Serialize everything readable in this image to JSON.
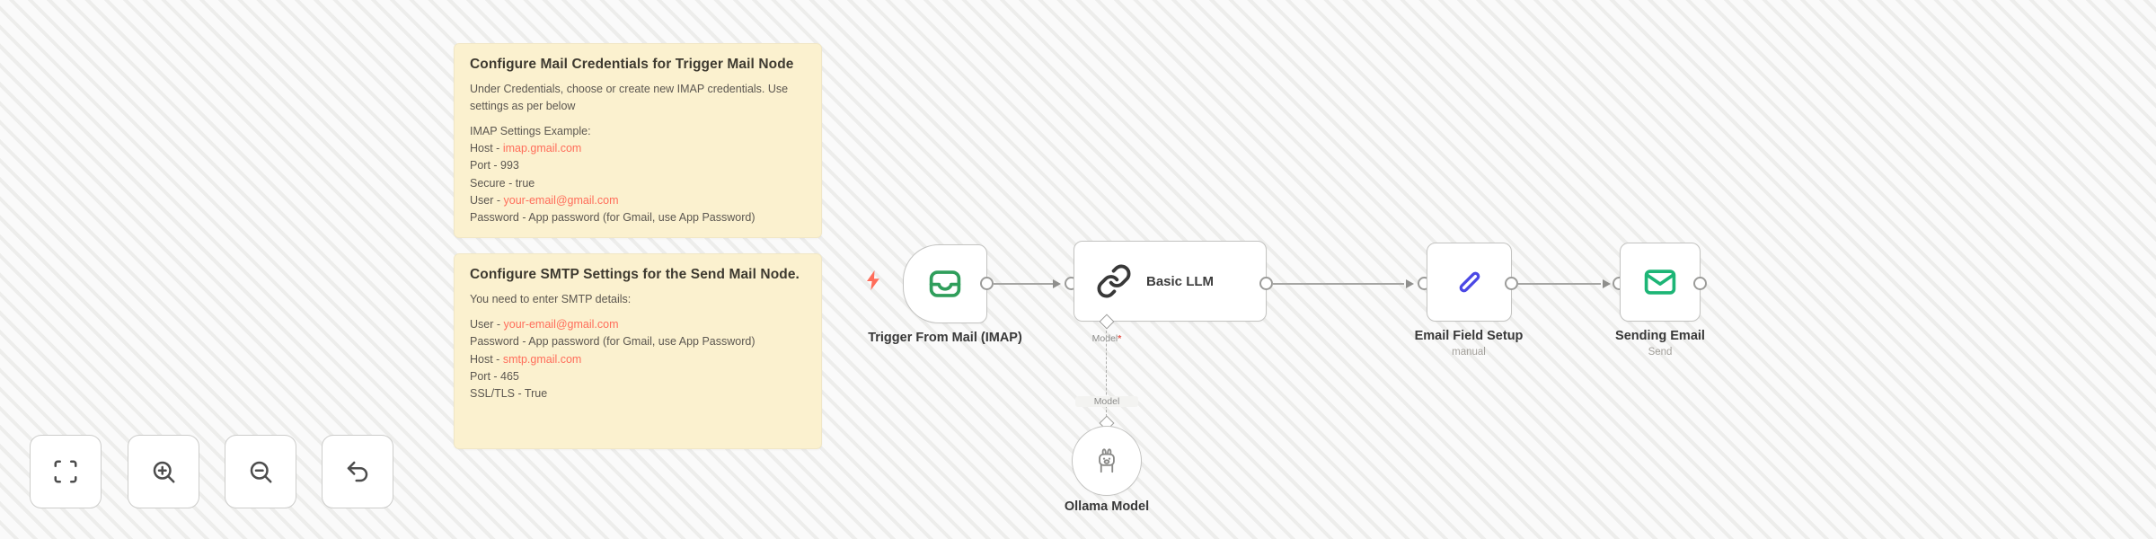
{
  "notes": {
    "imap": {
      "title": "Configure Mail Credentials for Trigger Mail Node",
      "intro": "Under Credentials, choose or create new IMAP credentials. Use settings as per below",
      "example_heading": "IMAP Settings Example:",
      "host_label": "Host - ",
      "host_value": "imap.gmail.com",
      "port_line": "Port - 993",
      "secure_line": "Secure - true",
      "user_label": "User - ",
      "user_value": "your-email@gmail.com",
      "password_line": "Password - App password (for Gmail, use App Password)"
    },
    "smtp": {
      "title": "Configure SMTP Settings for the Send Mail Node.",
      "intro": "You need to enter SMTP details:",
      "user_label": "User - ",
      "user_value": "your-email@gmail.com",
      "password_line": "Password - App password (for Gmail, use App Password)",
      "host_label": "Host - ",
      "host_value": "smtp.gmail.com",
      "port_line": "Port - 465",
      "ssl_line": "SSL/TLS - True"
    }
  },
  "workflow": {
    "trigger": {
      "label": "Trigger From Mail (IMAP)"
    },
    "llm": {
      "label": "Basic LLM",
      "model_port_label": "Model",
      "required_mark": "*"
    },
    "model_edge_label": "Model",
    "ollama": {
      "label": "Ollama Model"
    },
    "set_fields": {
      "label": "Email Field Setup",
      "sublabel": "manual"
    },
    "send_email": {
      "label": "Sending Email",
      "sublabel": "Send"
    }
  },
  "colors": {
    "canvas_bg": "#f4f4f3",
    "sticky_bg": "#fbf1cf",
    "link_accent": "#ff6d5a",
    "trigger_icon_green": "#2f9e5b",
    "send_icon_green": "#1db576",
    "pencil_icon_indigo": "#4b48e5",
    "bolt_coral": "#ff6d5a"
  }
}
